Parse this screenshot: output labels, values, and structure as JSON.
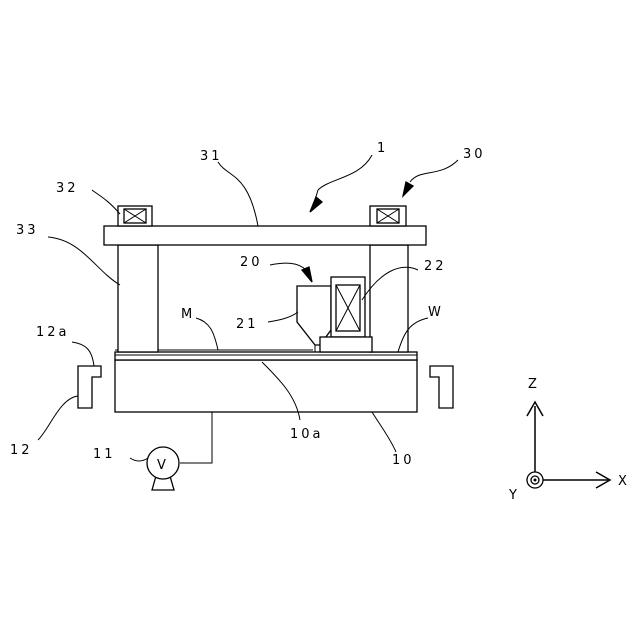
{
  "labels": {
    "apparatus": "1",
    "gantry": "30",
    "beam": "31",
    "drive_unit": "32",
    "column": "33",
    "head_assembly": "20",
    "nozzle_unit": "21",
    "drive_box": "22",
    "material": "M",
    "work": "W",
    "table_surface": "10a",
    "table": "10",
    "pump": "11",
    "valve_symbol": "V",
    "guide": "12",
    "guide_lip": "12a"
  },
  "axes": {
    "z": "Z",
    "x": "X",
    "y": "Y"
  }
}
